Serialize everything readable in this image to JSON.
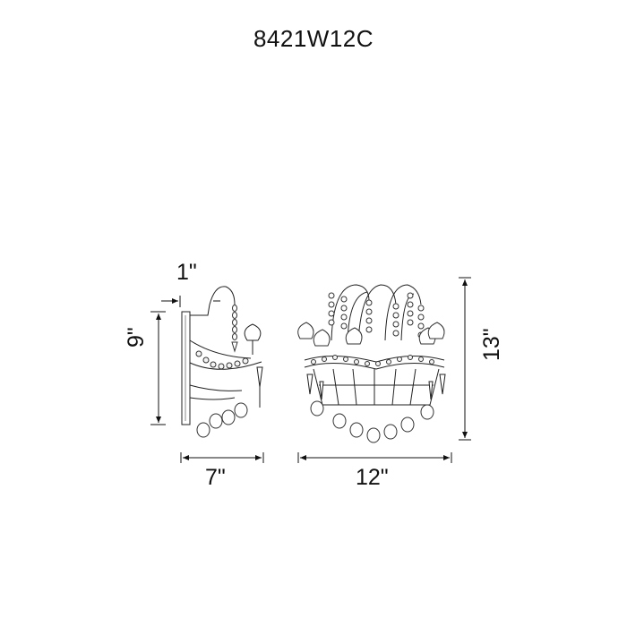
{
  "model": "8421W12C",
  "dimensions": {
    "side_depth_top": "1\"",
    "side_height": "9\"",
    "side_depth": "7\"",
    "front_width": "12\"",
    "front_height": "13\""
  }
}
